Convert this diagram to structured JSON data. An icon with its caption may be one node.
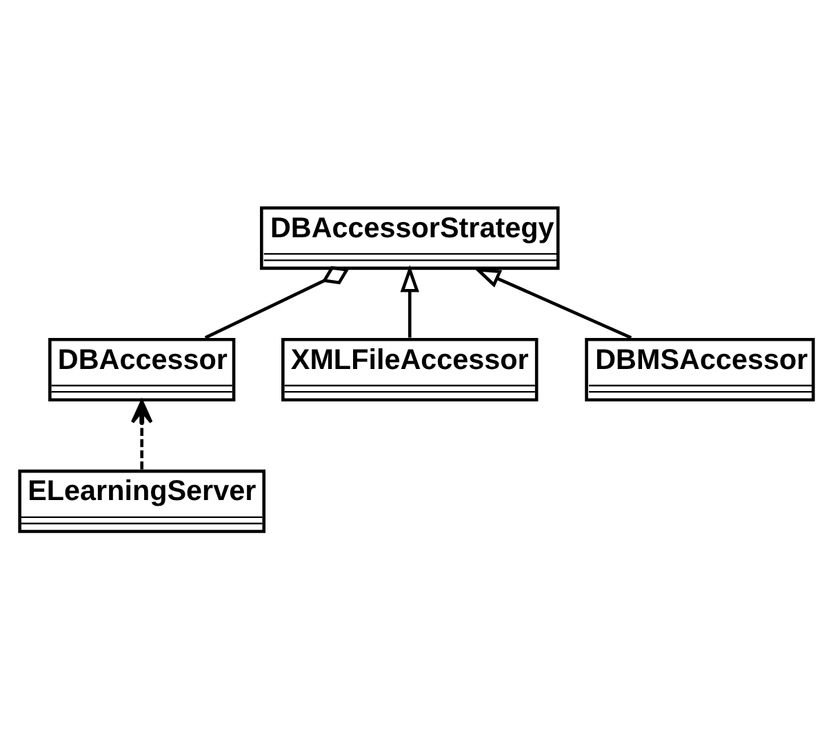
{
  "diagram": {
    "nodes": [
      {
        "text": [
          "ELearningServer"
        ]
      },
      {
        "text": [
          "DBAccessor"
        ]
      },
      {
        "text": [
          "DBAccessorStrategy"
        ]
      },
      {
        "text": [
          "XMLFileAccessor"
        ]
      },
      {
        "text": [
          "DBMSAccessor"
        ]
      }
    ],
    "edges": [
      {
        "from": 0,
        "to": 1,
        "arrow": "to",
        "style": "dashed"
      },
      {
        "from": 1,
        "to": 2,
        "arrow": "other"
      },
      {
        "from": 3,
        "to": 2,
        "arrow": "to"
      },
      {
        "from": 4,
        "to": 2,
        "arrow": "to"
      }
    ]
  }
}
